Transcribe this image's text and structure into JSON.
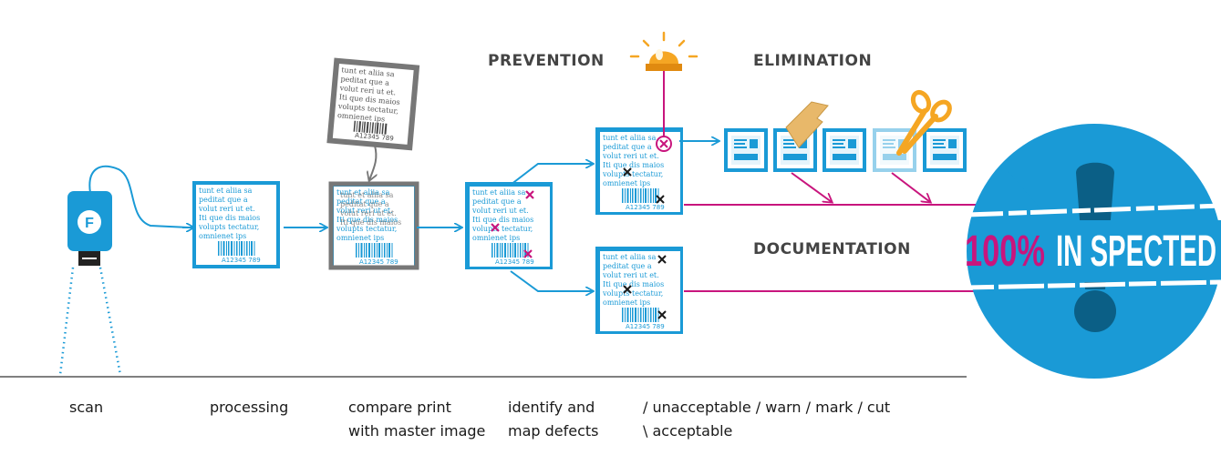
{
  "headings": {
    "prevention": "PREVENTION",
    "elimination": "ELIMINATION",
    "documentation": "DOCUMENTATION"
  },
  "stages": [
    {
      "line1": "scan",
      "line2": ""
    },
    {
      "line1": "processing",
      "line2": ""
    },
    {
      "line1": "compare print",
      "line2": "with master image"
    },
    {
      "line1": "identify and",
      "line2": "map defects"
    }
  ],
  "outcomes": {
    "line1": "/  unacceptable / warn / mark / cut",
    "line2": "\\  acceptable"
  },
  "banner": {
    "percent": "100%",
    "word": "IN SPECTED"
  },
  "sample_doc": {
    "lines": [
      "tunt et aliia sa",
      "peditat que a",
      "volut reri ut et.",
      "Iti que dis maios",
      "volupts tectatur,",
      "omnienet ips"
    ],
    "code": "A12345   789"
  },
  "master_doc": {
    "lines": [
      "tunt et aliia sa",
      "peditat que a",
      "volut reri ut et.",
      "Iti que dis maios",
      "volupts tectatur,",
      "omnienet ips"
    ],
    "code": "A12345   789"
  },
  "colors": {
    "blue": "#1a9ad6",
    "magenta": "#c8157d",
    "gray": "#777777",
    "orange": "#f5a623",
    "tape": "#e8b86a"
  },
  "icons": [
    "camera-sensor-icon",
    "warning-beacon-icon",
    "scissors-icon",
    "tape-marker-icon",
    "defect-cross-icon",
    "exclamation-icon"
  ]
}
